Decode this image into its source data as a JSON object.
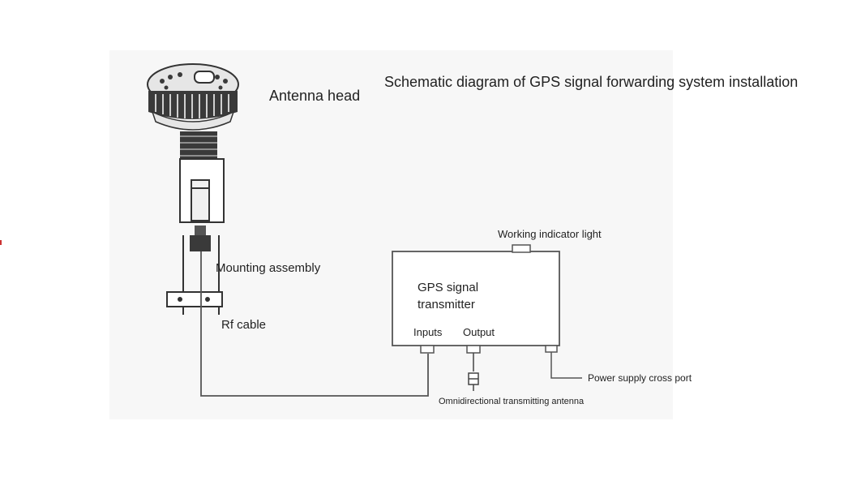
{
  "title": "Schematic diagram of GPS signal forwarding system installation",
  "labels": {
    "antenna_head": "Antenna head",
    "mounting_assembly": "Mounting assembly",
    "rf_cable": "Rf cable",
    "working_indicator_light": "Working indicator light",
    "transmitter_line1": "GPS signal",
    "transmitter_line2": "transmitter",
    "inputs": "Inputs",
    "output": "Output",
    "power_supply_port": "Power supply cross port",
    "omni_antenna": "Omnidirectional transmitting antenna"
  },
  "colors": {
    "line": "#555555",
    "background": "#ffffff",
    "panel": "#f7f7f7",
    "antenna_dark": "#3a3a3a",
    "antenna_light": "#e6e6e6"
  }
}
